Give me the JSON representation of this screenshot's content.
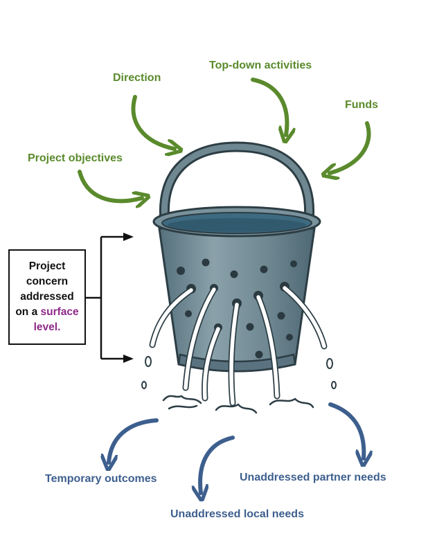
{
  "inputs": {
    "direction": "Direction",
    "top_down": "Top-down activities",
    "funds": "Funds",
    "project_objectives": "Project objectives"
  },
  "concern_box": {
    "line1": "Project",
    "line2": "concern",
    "line3": "addressed",
    "line4_prefix": "on a",
    "highlight_1": "surface",
    "highlight_2": "level."
  },
  "outputs": {
    "temporary_outcomes": "Temporary outcomes",
    "unaddressed_local": "Unaddressed local needs",
    "unaddressed_partner": "Unaddressed partner needs"
  },
  "colors": {
    "input_arrows": "#5a8a2c",
    "output_arrows": "#3d5f8e",
    "bucket": "#6f8791",
    "highlight": "#8e2a8a"
  },
  "icons": [
    "leaking-bucket-icon",
    "curved-arrow-icon",
    "bracket-icon"
  ]
}
